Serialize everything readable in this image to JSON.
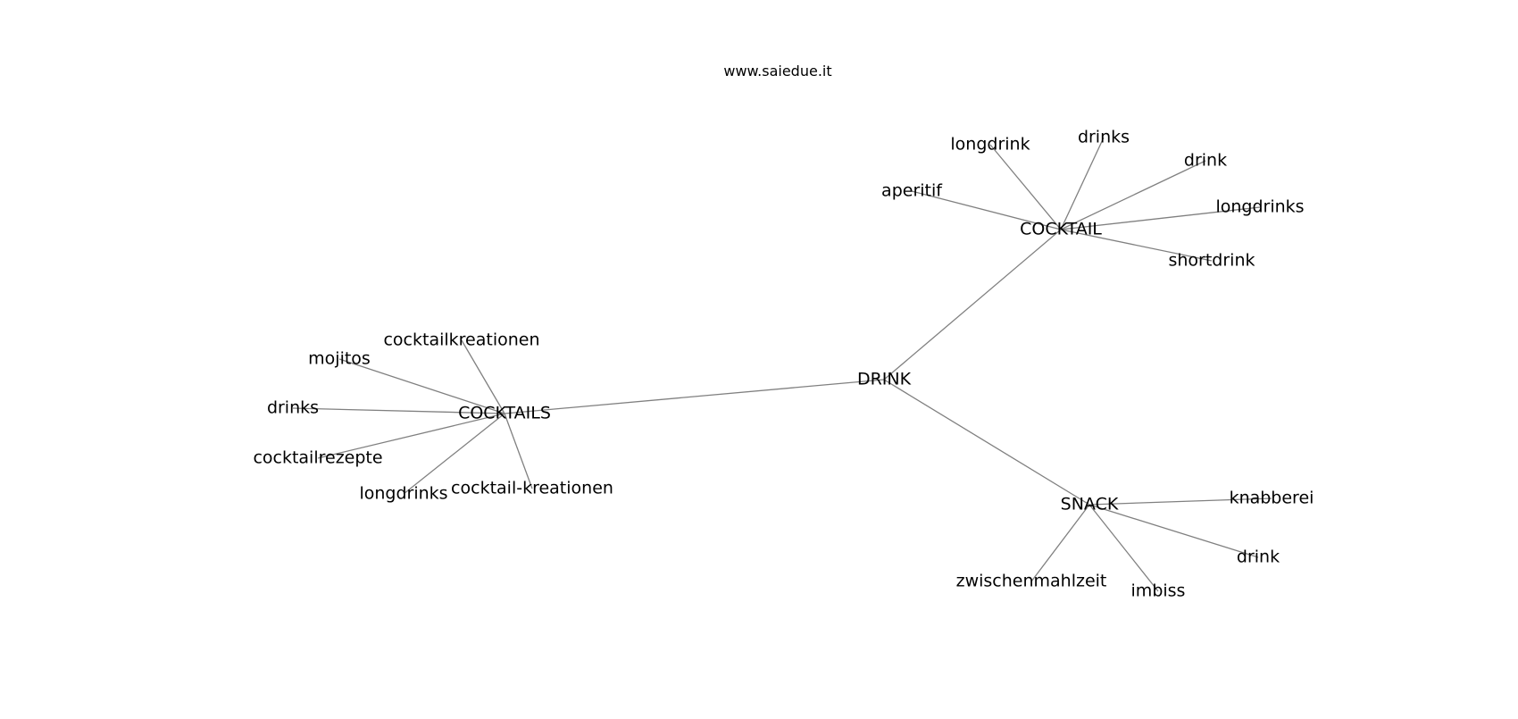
{
  "caption": "www.saiedue.it",
  "edge_color": "#808080",
  "text_color": "#000000",
  "graph": {
    "nodes": [
      {
        "id": "drink_root",
        "label": "DRINK"
      },
      {
        "id": "cocktail",
        "label": "COCKTAIL"
      },
      {
        "id": "cocktails",
        "label": "COCKTAILS"
      },
      {
        "id": "snack",
        "label": "SNACK"
      },
      {
        "id": "c_longdrink",
        "label": "longdrink"
      },
      {
        "id": "c_drinks",
        "label": "drinks"
      },
      {
        "id": "c_drink",
        "label": "drink"
      },
      {
        "id": "c_aperitif",
        "label": "aperitif"
      },
      {
        "id": "c_longdrinks",
        "label": "longdrinks"
      },
      {
        "id": "c_shortdrink",
        "label": "shortdrink"
      },
      {
        "id": "cs_cocktailkreationen",
        "label": "cocktailkreationen"
      },
      {
        "id": "cs_mojitos",
        "label": "mojitos"
      },
      {
        "id": "cs_drinks",
        "label": "drinks"
      },
      {
        "id": "cs_cocktailrezepte",
        "label": "cocktailrezepte"
      },
      {
        "id": "cs_longdrinks",
        "label": "longdrinks"
      },
      {
        "id": "cs_cocktail_kreationen",
        "label": "cocktail-kreationen"
      },
      {
        "id": "s_knabberei",
        "label": "knabberei"
      },
      {
        "id": "s_drink",
        "label": "drink"
      },
      {
        "id": "s_zwischenmahlzeit",
        "label": "zwischenmahlzeit"
      },
      {
        "id": "s_imbiss",
        "label": "imbiss"
      }
    ],
    "edges": [
      [
        "drink_root",
        "cocktail"
      ],
      [
        "drink_root",
        "cocktails"
      ],
      [
        "drink_root",
        "snack"
      ],
      [
        "cocktail",
        "c_longdrink"
      ],
      [
        "cocktail",
        "c_drinks"
      ],
      [
        "cocktail",
        "c_drink"
      ],
      [
        "cocktail",
        "c_aperitif"
      ],
      [
        "cocktail",
        "c_longdrinks"
      ],
      [
        "cocktail",
        "c_shortdrink"
      ],
      [
        "cocktails",
        "cs_cocktailkreationen"
      ],
      [
        "cocktails",
        "cs_mojitos"
      ],
      [
        "cocktails",
        "cs_drinks"
      ],
      [
        "cocktails",
        "cs_cocktailrezepte"
      ],
      [
        "cocktails",
        "cs_longdrinks"
      ],
      [
        "cocktails",
        "cs_cocktail_kreationen"
      ],
      [
        "snack",
        "s_knabberei"
      ],
      [
        "snack",
        "s_drink"
      ],
      [
        "snack",
        "s_zwischenmahlzeit"
      ],
      [
        "snack",
        "s_imbiss"
      ]
    ]
  }
}
